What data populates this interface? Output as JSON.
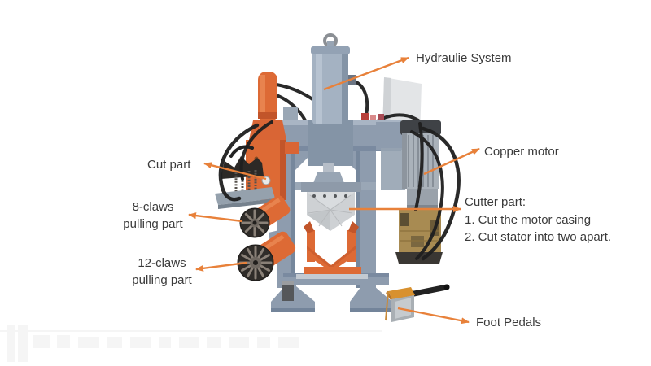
{
  "annotations": [
    {
      "id": "hydraulic-system",
      "lines": [
        "Hydraulie System"
      ]
    },
    {
      "id": "copper-motor",
      "lines": [
        "Copper motor"
      ]
    },
    {
      "id": "cut-part",
      "lines": [
        "Cut part"
      ]
    },
    {
      "id": "claws-8",
      "lines": [
        "8-claws",
        "pulling part"
      ]
    },
    {
      "id": "claws-12",
      "lines": [
        "12-claws",
        "pulling part"
      ]
    },
    {
      "id": "cutter-part",
      "lines": [
        "Cutter part:",
        "1. Cut the motor casing",
        "2. Cut stator into two apart."
      ]
    },
    {
      "id": "foot-pedals",
      "lines": [
        "Foot Pedals"
      ]
    }
  ],
  "colors": {
    "background": "#ffffff",
    "text": "#3b3b3b",
    "arrow_orange": "#e8813a",
    "machine_orange": "#dd6a35",
    "machine_orange_dark": "#c2552a",
    "frame_steel": "#8e9cae",
    "frame_steel_dark": "#76879c",
    "cylinder_steel": "#a4b2c2",
    "blade_silver": "#ced1d4",
    "claw_dark": "#2f2c29",
    "copper": "#a88b52",
    "hose_black": "#1f1f1f",
    "pedal_yellow": "#d8912f"
  }
}
